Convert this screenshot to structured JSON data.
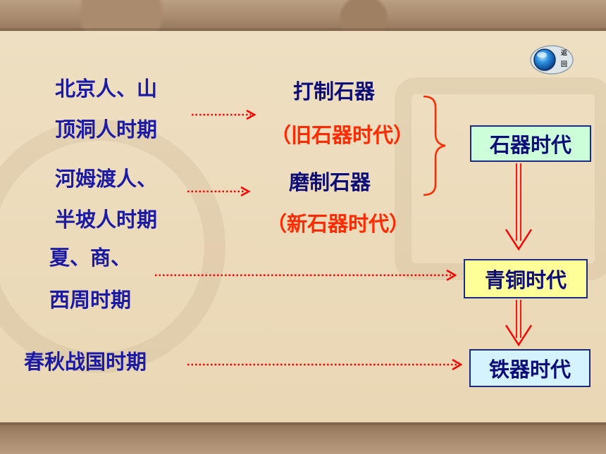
{
  "periods": [
    {
      "line1": "北京人、山",
      "line2": "顶洞人时期"
    },
    {
      "line1": "河姆渡人、",
      "line2": "半坡人时期"
    },
    {
      "line1": "夏、商、",
      "line2": "西周时期"
    },
    {
      "line1": "春秋战国时期"
    }
  ],
  "tools": [
    {
      "label": "打制石器",
      "era": "（旧石器时代）"
    },
    {
      "label": "磨制石器",
      "era": "（新石器时代）"
    }
  ],
  "ages": [
    {
      "label": "石器时代"
    },
    {
      "label": "青铜时代"
    },
    {
      "label": "铁器时代"
    }
  ],
  "back_button": {
    "line1": "返",
    "line2": "回"
  },
  "colors": {
    "period_text": "#1a1aa6",
    "tool_text": "#0d0d7a",
    "era_text": "#ff2a00",
    "arrow": "#ff0000",
    "box_border": "#1a2b80",
    "stone_box": "#ccffd9",
    "bronze_box": "#ffff99",
    "iron_box": "#d4f2ff"
  }
}
